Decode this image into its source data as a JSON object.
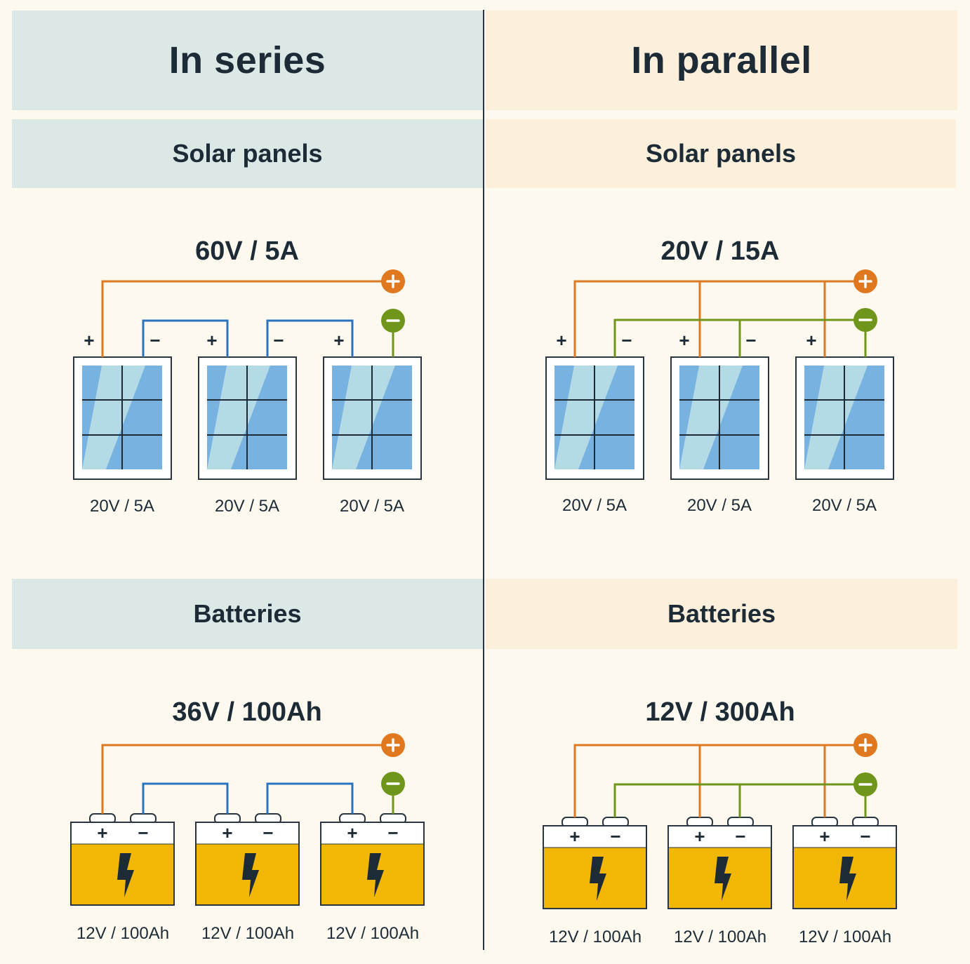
{
  "series": {
    "title": "In series",
    "solar_heading": "Solar panels",
    "solar_total": "60V / 5A",
    "panel_labels": [
      "20V / 5A",
      "20V / 5A",
      "20V / 5A"
    ],
    "battery_heading": "Batteries",
    "battery_total": "36V / 100Ah",
    "battery_labels": [
      "12V / 100Ah",
      "12V / 100Ah",
      "12V / 100Ah"
    ]
  },
  "parallel": {
    "title": "In parallel",
    "solar_heading": "Solar panels",
    "solar_total": "20V / 15A",
    "panel_labels": [
      "20V / 5A",
      "20V / 5A",
      "20V / 5A"
    ],
    "battery_heading": "Batteries",
    "battery_total": "12V / 300Ah",
    "battery_labels": [
      "12V / 100Ah",
      "12V / 100Ah",
      "12V / 100Ah"
    ]
  },
  "terminals": {
    "plus": "+",
    "minus": "−"
  },
  "colors": {
    "series_band": "#dce8e6",
    "parallel_band": "#fcefdc",
    "background": "#fdf9ef",
    "positive_wire": "#e07820",
    "series_link_wire": "#2b73c0",
    "negative_wire": "#6f951a",
    "battery_fill": "#f2b705",
    "panel_dark": "#78b2e0",
    "panel_light": "#b4dae6",
    "ink": "#1d2b36"
  }
}
